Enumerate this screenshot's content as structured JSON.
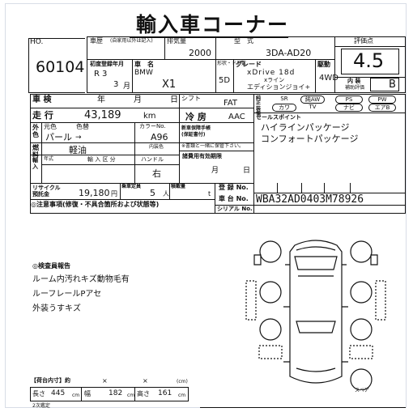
{
  "title": "輸入車コーナー",
  "lot_number": "60104",
  "header": {
    "history_label": "車歴",
    "history_note": "(自家用以外は記入)",
    "displacement_label": "排気量",
    "displacement": "2000",
    "type_label": "型　式",
    "type_value": "3DA-AD20",
    "score_label": "評価点",
    "score": "4.5"
  },
  "row2": {
    "first_reg_label": "初度登録年月",
    "era": "R",
    "year": "3",
    "month": "3",
    "month_unit": "月",
    "car_name_label": "車　名",
    "maker": "BMW",
    "model": "X1",
    "doors_label": "形状・ドア数",
    "doors": "5D",
    "grade_label": "グレード",
    "grade1": "xDrive 18d",
    "grade2": "xライン",
    "grade3": "エディションジョイ+",
    "drive_label": "駆動",
    "drive": "4WD",
    "interior_label": "内 装",
    "interior_sub": "補助評価",
    "interior_grade": "B"
  },
  "row3": {
    "shaken_label": "車 検",
    "year_label": "年",
    "month_label": "月",
    "day_label": "日",
    "shift_label": "シフト",
    "shift": "FAT",
    "equip_label": "純正装備",
    "equip": [
      "SR",
      "純AW",
      "PS",
      "PW",
      "カワ",
      "TV",
      "ナビ",
      "エアB"
    ]
  },
  "row4": {
    "mileage_label": "走 行",
    "mileage": "43,189",
    "mileage_unit": "km",
    "ac_label": "冷 房",
    "ac": "AAC",
    "sales_label": "セールスポイント",
    "sales_points": [
      "ハイラインパッケージ",
      "コンフォートパッケージ"
    ]
  },
  "row5": {
    "color_side": "外色",
    "color_label": "元色",
    "color_value": "パール",
    "color_change_label": "色替",
    "color_arrow": "→",
    "color_no_label": "カラーNo.",
    "color_no": "A96",
    "manual_label": "新車保障手帳(保証書付)",
    "manual_note": "※書類と一緒に保管下さい。",
    "inner_color_label": "内装色"
  },
  "row6": {
    "fuel_label": "燃料",
    "fuel": "軽油",
    "recycle_deadline_label": "諸費用有効期限",
    "month_label": "月",
    "day_label": "日"
  },
  "row7": {
    "import_label": "輸入",
    "year_label": "年式",
    "import_class_label": "輸 入 区 分",
    "handle_label": "ハンドル",
    "handle": "右"
  },
  "row8": {
    "recycle_label": "リサイクル預託金",
    "recycle_amount": "19,180",
    "recycle_unit": "円",
    "capacity_label": "乗車定員",
    "capacity": "5",
    "capacity_unit": "人",
    "load_label": "積載量",
    "load_unit": "t",
    "reg_no_label": "登 録 No.",
    "chassis_label": "車 台 No.",
    "chassis_no": "WBA32AD0403M78926",
    "serial_label": "シリアル No."
  },
  "notes_label": "◎注意事項(修復・不具合箇所および状態等)",
  "inspection": {
    "label": "◎検査員報告",
    "lines": [
      "ルーム内汚れキズ動物毛有",
      "ルーフレールPアセ",
      "外装うすキズ"
    ]
  },
  "cargo": {
    "label": "【荷台内寸】約",
    "times1": "×",
    "times2": "×",
    "unit_label": "(cm)",
    "length_label": "長さ",
    "length": "445",
    "width_label": "幅",
    "width": "182",
    "height_label": "高さ",
    "height": "161",
    "unit": "cm",
    "cut_label": "2次鑑定"
  },
  "spare_label": "スペア"
}
